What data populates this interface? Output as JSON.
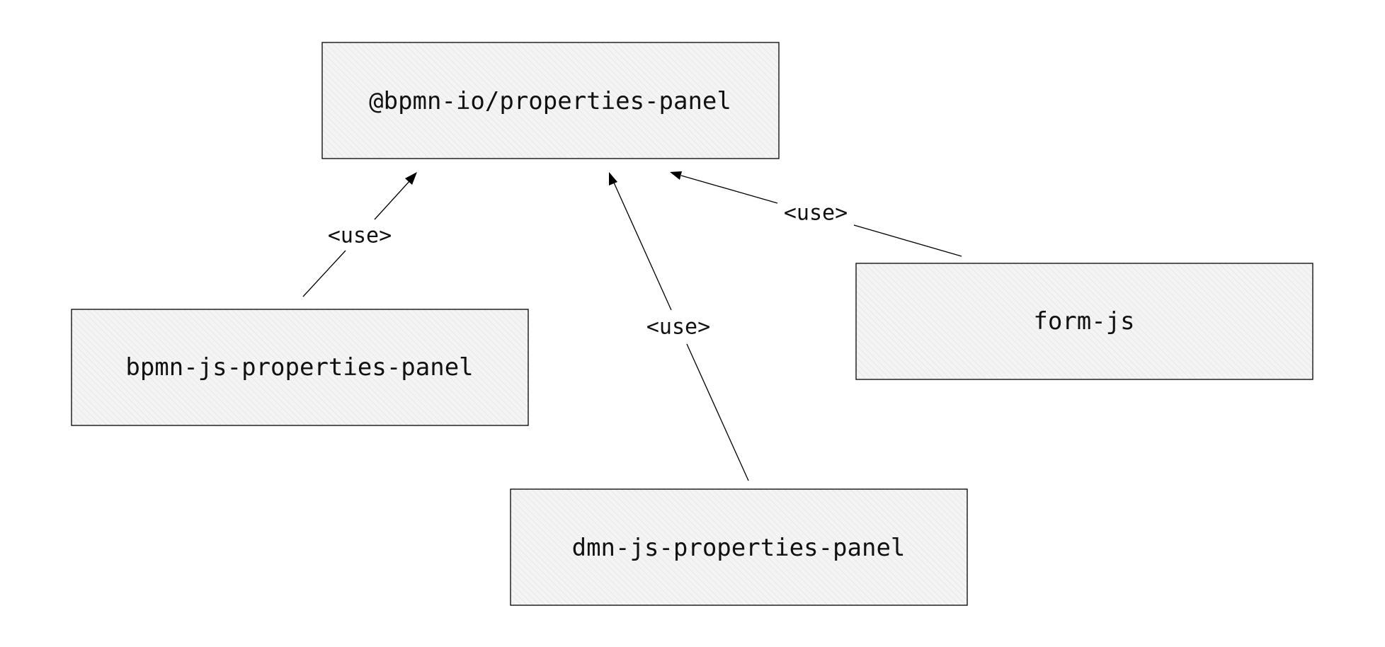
{
  "nodes": {
    "core": {
      "label": "@bpmn-io/properties-panel"
    },
    "bpmn": {
      "label": "bpmn-js-properties-panel"
    },
    "dmn": {
      "label": "dmn-js-properties-panel"
    },
    "form": {
      "label": "form-js"
    }
  },
  "edges": [
    {
      "from": "bpmn-js-properties-panel",
      "to": "@bpmn-io/properties-panel",
      "label": "<use>"
    },
    {
      "from": "dmn-js-properties-panel",
      "to": "@bpmn-io/properties-panel",
      "label": "<use>"
    },
    {
      "from": "form-js",
      "to": "@bpmn-io/properties-panel",
      "label": "<use>"
    }
  ],
  "colors": {
    "stroke": "#000000",
    "fill": "#f4f4f4",
    "hatch": "#d9d9d9"
  }
}
